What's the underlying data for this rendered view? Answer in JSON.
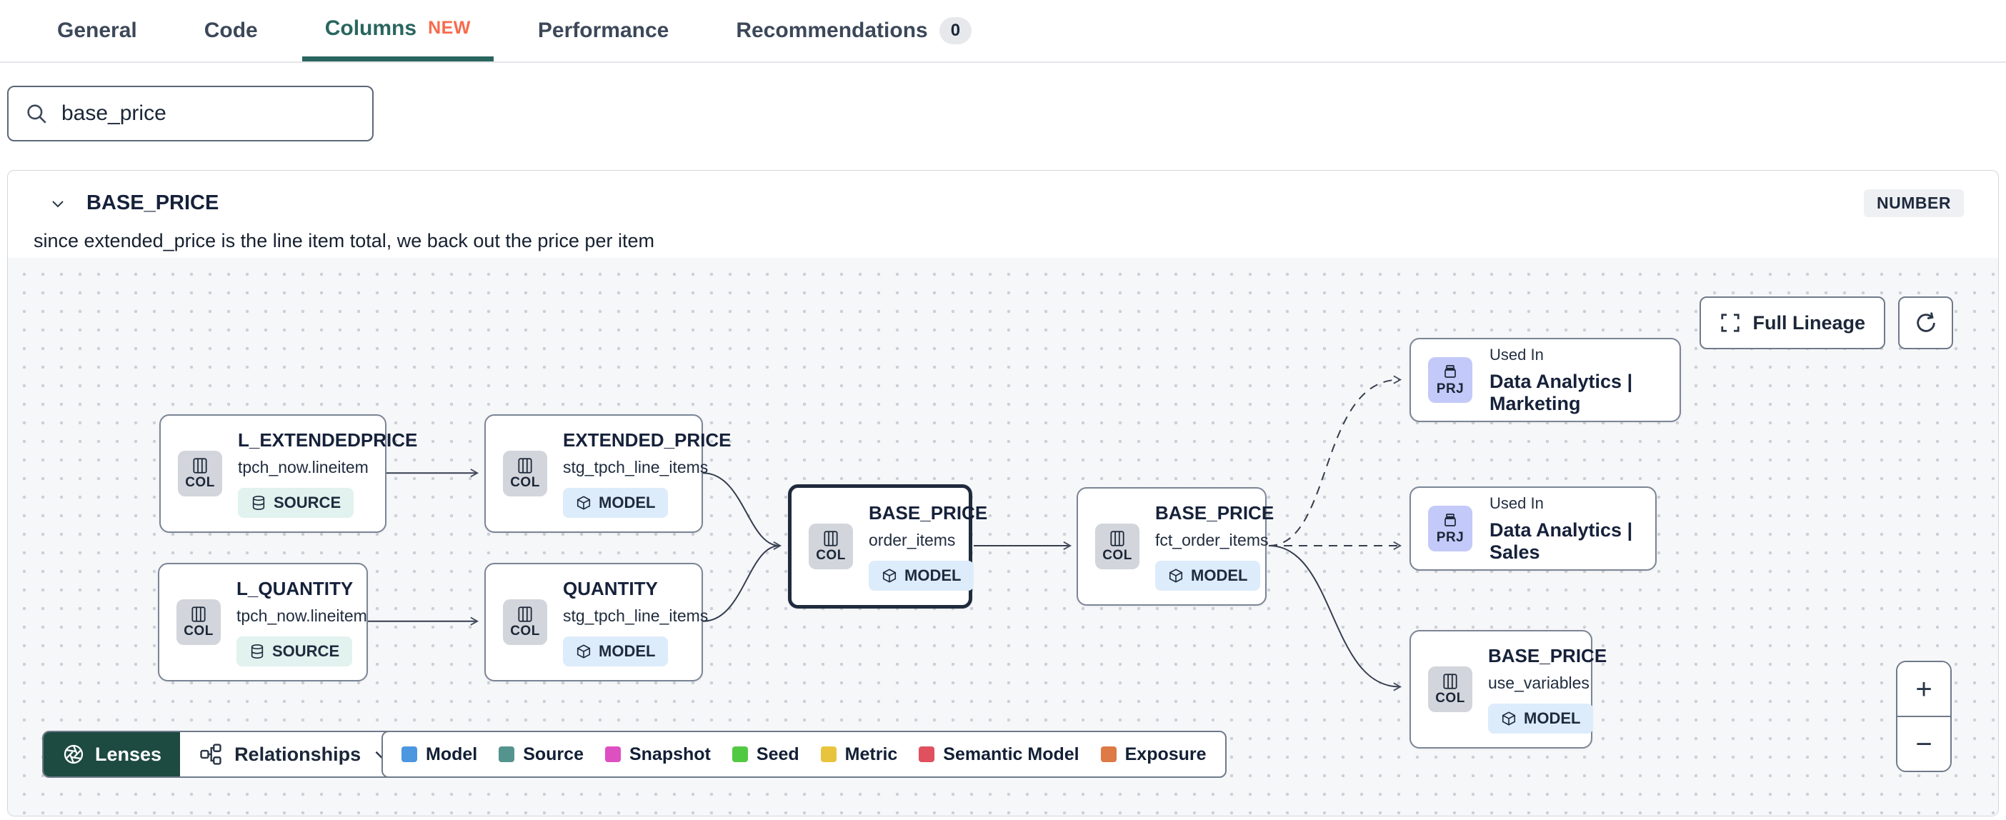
{
  "tabs": {
    "items": [
      {
        "label": "General"
      },
      {
        "label": "Code"
      },
      {
        "label": "Columns",
        "flag": "NEW"
      },
      {
        "label": "Performance"
      },
      {
        "label": "Recommendations",
        "count": "0"
      }
    ]
  },
  "search": {
    "value": "base_price"
  },
  "column_panel": {
    "name": "BASE_PRICE",
    "type_badge": "NUMBER",
    "description": "since extended_price is the line item total, we back out the price per item"
  },
  "lineage": {
    "toolbar": {
      "full_lineage_label": "Full Lineage"
    },
    "nodes": [
      {
        "badge": "COL",
        "title": "L_EXTENDEDPRICE",
        "subtitle": "tpch_now.lineitem",
        "resource": "SOURCE"
      },
      {
        "badge": "COL",
        "title": "EXTENDED_PRICE",
        "subtitle": "stg_tpch_line_items",
        "resource": "MODEL"
      },
      {
        "badge": "COL",
        "title": "L_QUANTITY",
        "subtitle": "tpch_now.lineitem",
        "resource": "SOURCE"
      },
      {
        "badge": "COL",
        "title": "QUANTITY",
        "subtitle": "stg_tpch_line_items",
        "resource": "MODEL"
      },
      {
        "badge": "COL",
        "title": "BASE_PRICE",
        "subtitle": "order_items",
        "resource": "MODEL"
      },
      {
        "badge": "COL",
        "title": "BASE_PRICE",
        "subtitle": "fct_order_items",
        "resource": "MODEL"
      },
      {
        "badge": "PRJ",
        "label": "Used In",
        "title": "Data Analytics | Marketing"
      },
      {
        "badge": "PRJ",
        "label": "Used In",
        "title": "Data Analytics | Sales"
      },
      {
        "badge": "COL",
        "title": "BASE_PRICE",
        "subtitle": "use_variables",
        "resource": "MODEL"
      }
    ],
    "zoom_controls": {
      "zoom_in": "+",
      "zoom_out": "−"
    },
    "footer": {
      "lenses_label": "Lenses",
      "relationships_label": "Relationships",
      "legend": [
        {
          "label": "Model",
          "color": "#4d96e0"
        },
        {
          "label": "Source",
          "color": "#55948e"
        },
        {
          "label": "Snapshot",
          "color": "#de4fc2"
        },
        {
          "label": "Seed",
          "color": "#52c943"
        },
        {
          "label": "Metric",
          "color": "#e8c33d"
        },
        {
          "label": "Semantic Model",
          "color": "#e0505f"
        },
        {
          "label": "Exposure",
          "color": "#dd7a45"
        }
      ]
    }
  }
}
